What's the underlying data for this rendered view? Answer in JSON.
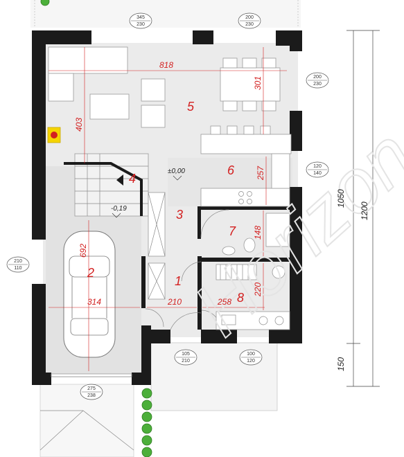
{
  "watermark": "Horizon",
  "rooms": [
    {
      "id": "1",
      "label": "1"
    },
    {
      "id": "2",
      "label": "2"
    },
    {
      "id": "3",
      "label": "3"
    },
    {
      "id": "4",
      "label": "4"
    },
    {
      "id": "5",
      "label": "5"
    },
    {
      "id": "6",
      "label": "6"
    },
    {
      "id": "7",
      "label": "7"
    },
    {
      "id": "8",
      "label": "8"
    }
  ],
  "dimensions": {
    "living_width": "818",
    "living_depth": "403",
    "dining_depth": "301",
    "kitchen_depth": "257",
    "wc_depth": "148",
    "utility_depth": "220",
    "garage_depth": "692",
    "garage_width": "314",
    "hall_width": "210",
    "utility_width": "258"
  },
  "levels": {
    "main": "±0,00",
    "garage": "-0,19"
  },
  "openings": [
    {
      "id": "top-left-window",
      "top": "345",
      "bottom": "230"
    },
    {
      "id": "top-right-window",
      "top": "200",
      "bottom": "230"
    },
    {
      "id": "right-dining-window",
      "top": "200",
      "bottom": "230"
    },
    {
      "id": "right-kitchen-window",
      "top": "120",
      "bottom": "140"
    },
    {
      "id": "left-garage-window",
      "top": "210",
      "bottom": "110"
    },
    {
      "id": "garage-door",
      "top": "275",
      "bottom": "238"
    },
    {
      "id": "entrance-door",
      "top": "105",
      "bottom": "210"
    },
    {
      "id": "utility-window",
      "top": "100",
      "bottom": "120"
    }
  ],
  "external_dims": {
    "inner_depth": "1050",
    "total_depth": "1200",
    "porch_depth": "150"
  }
}
